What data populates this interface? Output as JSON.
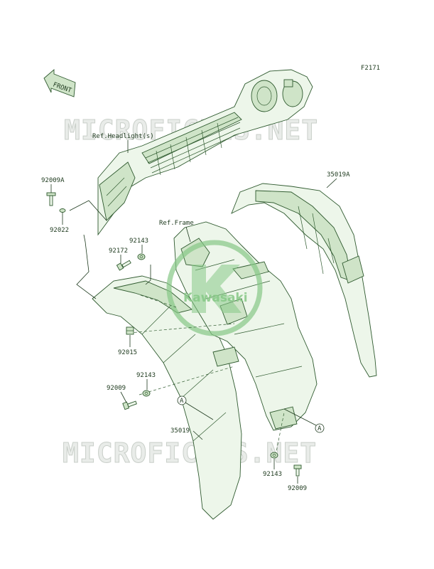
{
  "figure_code": "F2171",
  "front_arrow_label": "FRONT",
  "watermark_text": "MICROFICHES.NET",
  "logo_text": "Kawasaki",
  "references": {
    "headlights": "Ref.Headlight(s)",
    "frame": "Ref.Frame"
  },
  "callouts": {
    "a_marker": "A"
  },
  "part_labels": {
    "p92009A": "92009A",
    "p92022": "92022",
    "p35019A": "35019A",
    "p92143_top": "92143",
    "p92172": "92172",
    "p92015": "92015",
    "p92143_mid": "92143",
    "p92009_left": "92009",
    "p35019": "35019",
    "p92143_bottom": "92143",
    "p92009_bottom": "92009"
  }
}
